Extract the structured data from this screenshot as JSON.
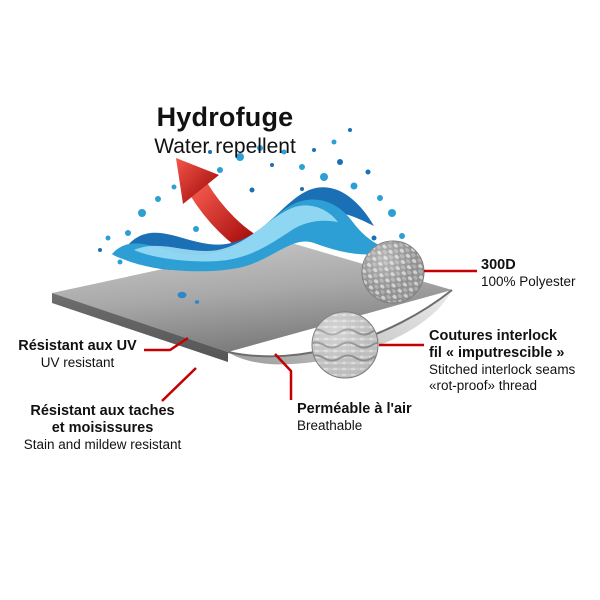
{
  "title": {
    "fr": "Hydrofuge",
    "en": "Water repellent"
  },
  "features": {
    "uv": {
      "fr": "Résistant aux UV",
      "en": "UV resistant"
    },
    "stain": {
      "fr1": "Résistant aux taches",
      "fr2": "et moisissures",
      "en": "Stain and mildew resistant"
    },
    "breathable": {
      "fr": "Perméable à l'air",
      "en": "Breathable"
    },
    "fabric": {
      "title": "300D",
      "subtitle": "100% Polyester"
    },
    "seams": {
      "fr1": "Coutures interlock",
      "fr2": "fil « imputrescible »",
      "en1": "Stitched interlock seams",
      "en2": "«rot-proof» thread"
    }
  },
  "colors": {
    "accent_red": "#c40000",
    "arrow_red_light": "#f2564a",
    "arrow_red_dark": "#9c0404",
    "splash_blue": "#2e9fd4",
    "splash_dark_blue": "#1a6fb5",
    "splash_light_blue": "#9adcf5",
    "fabric_gray": "#a9a9a9"
  }
}
